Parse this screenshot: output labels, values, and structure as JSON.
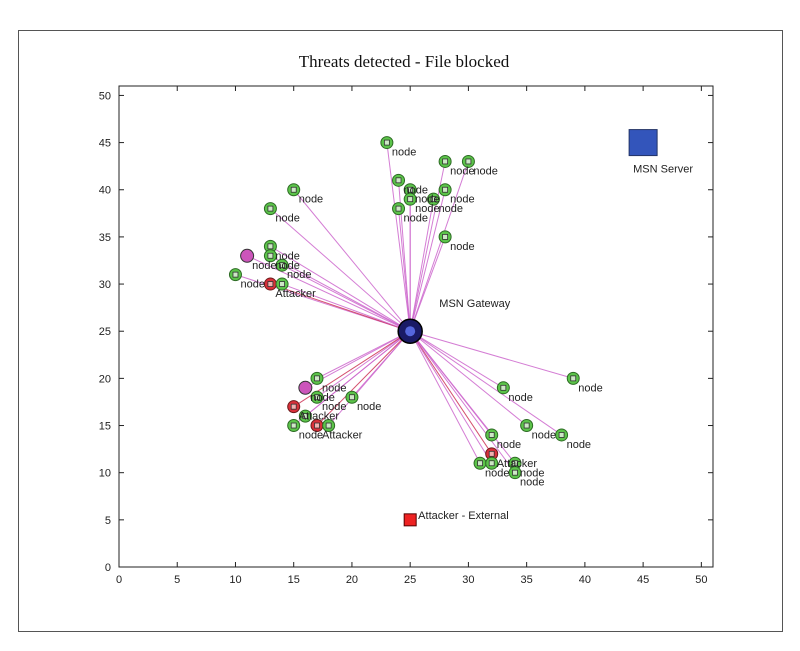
{
  "chart_data": {
    "type": "scatter",
    "title": "Threats detected - File blocked",
    "xlabel": "",
    "ylabel": "",
    "xlim": [
      0,
      51
    ],
    "ylim": [
      0,
      51
    ],
    "xticks": [
      0,
      5,
      10,
      15,
      20,
      25,
      30,
      35,
      40,
      45,
      50
    ],
    "yticks": [
      0,
      5,
      10,
      15,
      20,
      25,
      30,
      35,
      40,
      45,
      50
    ],
    "grid": false,
    "colors": {
      "node": "#5cc44a",
      "attacker": "#d9303a",
      "anomaly": "#cc55bb",
      "gateway": "#1a1a66",
      "server": "#3355bb",
      "external": "#ee2222",
      "link": "#cc66cc"
    },
    "gateway": {
      "x": 25,
      "y": 25,
      "label": "MSN Gateway"
    },
    "server": {
      "x": 45,
      "y": 45,
      "label": "MSN Server"
    },
    "external_attacker": {
      "x": 25,
      "y": 5,
      "label": "Attacker - External"
    },
    "nodes": [
      {
        "x": 23,
        "y": 45,
        "kind": "node",
        "label": "node"
      },
      {
        "x": 28,
        "y": 43,
        "kind": "node",
        "label": "node"
      },
      {
        "x": 30,
        "y": 43,
        "kind": "node",
        "label": "node"
      },
      {
        "x": 24,
        "y": 41,
        "kind": "node",
        "label": "node"
      },
      {
        "x": 25,
        "y": 40,
        "kind": "node",
        "label": "node"
      },
      {
        "x": 28,
        "y": 40,
        "kind": "node",
        "label": "node"
      },
      {
        "x": 25,
        "y": 39,
        "kind": "node",
        "label": "node"
      },
      {
        "x": 27,
        "y": 39,
        "kind": "node",
        "label": "node"
      },
      {
        "x": 24,
        "y": 38,
        "kind": "node",
        "label": "node"
      },
      {
        "x": 28,
        "y": 35,
        "kind": "node",
        "label": "node"
      },
      {
        "x": 15,
        "y": 40,
        "kind": "node",
        "label": "node"
      },
      {
        "x": 13,
        "y": 38,
        "kind": "node",
        "label": "node"
      },
      {
        "x": 13,
        "y": 34,
        "kind": "node",
        "label": "node"
      },
      {
        "x": 13,
        "y": 33,
        "kind": "node",
        "label": "node"
      },
      {
        "x": 14,
        "y": 32,
        "kind": "node",
        "label": "node"
      },
      {
        "x": 11,
        "y": 33,
        "kind": "anomaly",
        "label": "node"
      },
      {
        "x": 10,
        "y": 31,
        "kind": "node",
        "label": "node"
      },
      {
        "x": 13,
        "y": 30,
        "kind": "attacker",
        "label": "Attacker"
      },
      {
        "x": 14,
        "y": 30,
        "kind": "node",
        "label": ""
      },
      {
        "x": 17,
        "y": 20,
        "kind": "node",
        "label": "node"
      },
      {
        "x": 16,
        "y": 19,
        "kind": "anomaly",
        "label": "node"
      },
      {
        "x": 17,
        "y": 18,
        "kind": "node",
        "label": "node"
      },
      {
        "x": 20,
        "y": 18,
        "kind": "node",
        "label": "node"
      },
      {
        "x": 15,
        "y": 17,
        "kind": "attacker",
        "label": "Attacker"
      },
      {
        "x": 16,
        "y": 16,
        "kind": "node",
        "label": ""
      },
      {
        "x": 15,
        "y": 15,
        "kind": "node",
        "label": "node"
      },
      {
        "x": 17,
        "y": 15,
        "kind": "attacker",
        "label": "Attacker"
      },
      {
        "x": 18,
        "y": 15,
        "kind": "node",
        "label": ""
      },
      {
        "x": 39,
        "y": 20,
        "kind": "node",
        "label": "node"
      },
      {
        "x": 33,
        "y": 19,
        "kind": "node",
        "label": "node"
      },
      {
        "x": 35,
        "y": 15,
        "kind": "node",
        "label": "node"
      },
      {
        "x": 38,
        "y": 14,
        "kind": "node",
        "label": "node"
      },
      {
        "x": 32,
        "y": 14,
        "kind": "node",
        "label": "node"
      },
      {
        "x": 32,
        "y": 12,
        "kind": "attacker",
        "label": "Attacker"
      },
      {
        "x": 31,
        "y": 11,
        "kind": "node",
        "label": "node"
      },
      {
        "x": 32,
        "y": 11,
        "kind": "node",
        "label": ""
      },
      {
        "x": 34,
        "y": 11,
        "kind": "node",
        "label": "node"
      },
      {
        "x": 34,
        "y": 10,
        "kind": "node",
        "label": "node"
      }
    ]
  }
}
